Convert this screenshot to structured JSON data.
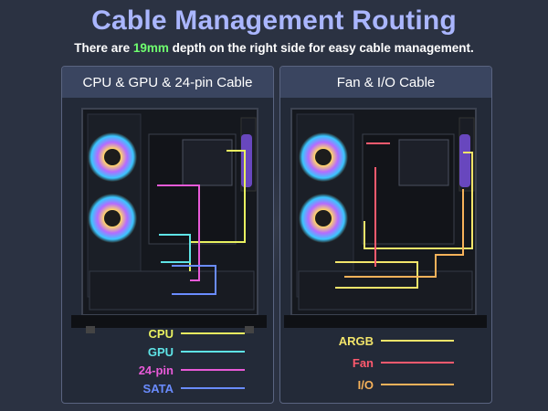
{
  "header": {
    "title": "Cable Management Routing",
    "subtitle_pre": "There are ",
    "subtitle_highlight": "19mm",
    "subtitle_post": " depth on the right side for easy cable management."
  },
  "panels": [
    {
      "title": "CPU & GPU & 24-pin Cable",
      "legend": [
        {
          "label": "CPU",
          "color": "#e8f060"
        },
        {
          "label": "GPU",
          "color": "#5ee3e6"
        },
        {
          "label": "24-pin",
          "color": "#e85ad8"
        },
        {
          "label": "SATA",
          "color": "#6a8cff"
        }
      ]
    },
    {
      "title": "Fan & I/O Cable",
      "legend": [
        {
          "label": "ARGB",
          "color": "#f2e46a"
        },
        {
          "label": "Fan",
          "color": "#ff5a6e"
        },
        {
          "label": "I/O",
          "color": "#f7b25a"
        }
      ]
    }
  ],
  "colors": {
    "title": "#aab6ff",
    "highlight": "#6fff6f",
    "background": "#2b3242"
  },
  "icons": [
    "fan-icon"
  ]
}
